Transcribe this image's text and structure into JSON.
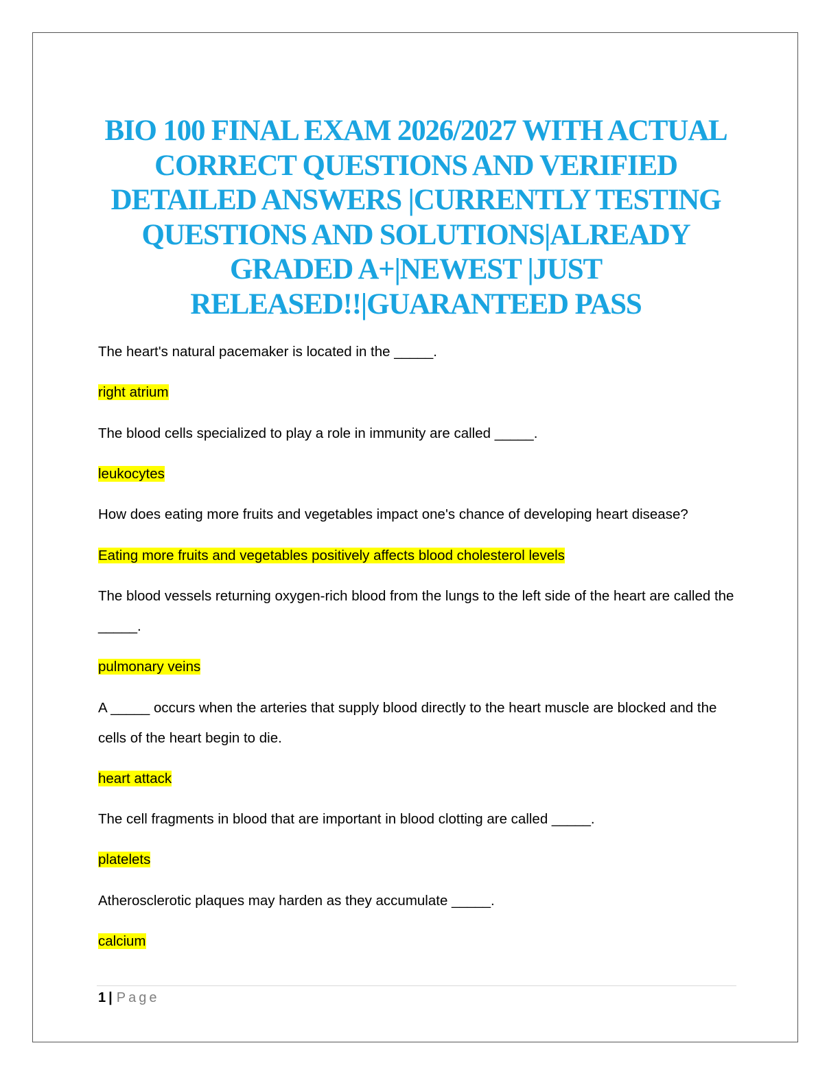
{
  "document": {
    "title": "BIO 100 FINAL EXAM 2026/2027 WITH ACTUAL CORRECT QUESTIONS AND VERIFIED DETAILED ANSWERS |CURRENTLY TESTING QUESTIONS AND SOLUTIONS|ALREADY GRADED A+|NEWEST |JUST RELEASED!!|GUARANTEED PASS",
    "title_color": "#1aa4e0",
    "highlight_color": "#ffff00",
    "qa": [
      {
        "question": "The heart's natural pacemaker is located in the _____.",
        "answer": "right atrium"
      },
      {
        "question": "The blood cells specialized to play a role in immunity are called _____.",
        "answer": "leukocytes"
      },
      {
        "question": "How does eating more fruits and vegetables impact one's chance of developing heart disease?",
        "answer": "Eating more fruits and vegetables positively affects blood cholesterol levels"
      },
      {
        "question": "The blood vessels returning oxygen-rich blood from the lungs to the left side of the heart are called the _____.",
        "answer": "pulmonary veins"
      },
      {
        "question": "A _____ occurs when the arteries that supply blood directly to the heart muscle are blocked and the cells of the heart begin to die.",
        "answer": "heart attack"
      },
      {
        "question": "The cell fragments in blood that are important in blood clotting are called _____.",
        "answer": "platelets"
      },
      {
        "question": "Atherosclerotic plaques may harden as they accumulate _____.",
        "answer": "calcium"
      }
    ],
    "footer": {
      "page_number": "1",
      "separator": "|",
      "page_word": "Page"
    }
  }
}
